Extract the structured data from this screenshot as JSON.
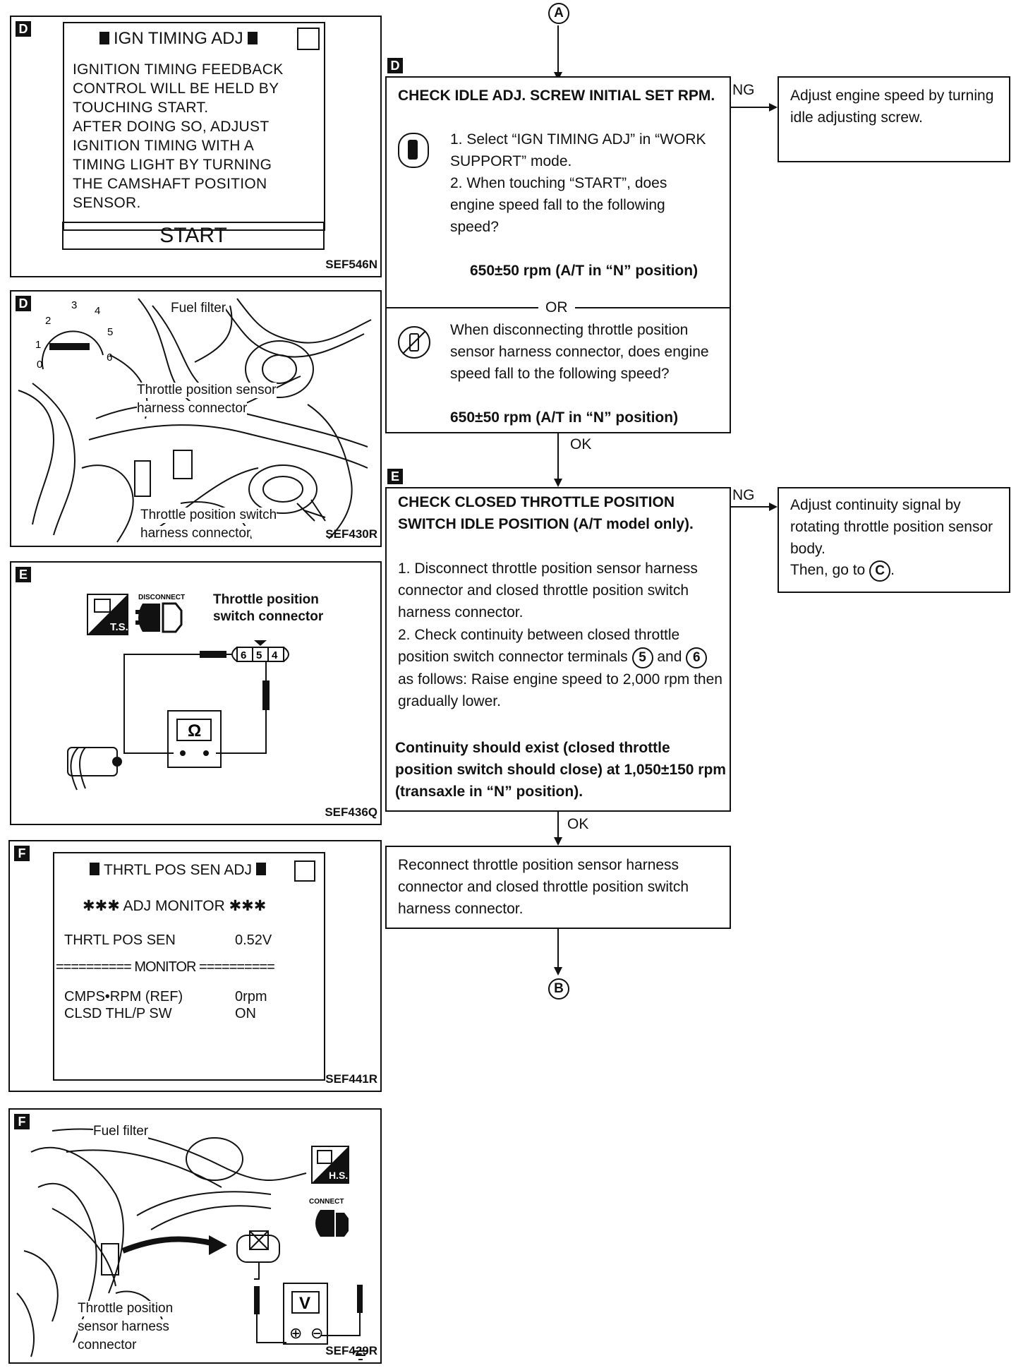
{
  "left": {
    "p1": {
      "tag": "D",
      "title": "IGN TIMING ADJ",
      "lines": [
        "IGNITION TIMING FEEDBACK",
        "CONTROL WILL BE HELD BY",
        "TOUCHING START.",
        "AFTER DOING SO, ADJUST",
        "IGNITION TIMING WITH A",
        "TIMING LIGHT BY TURNING",
        "THE CAMSHAFT POSITION",
        "SENSOR."
      ],
      "button": "START",
      "ref": "SEF546N"
    },
    "p2": {
      "tag": "D",
      "fuel_filter": "Fuel filter",
      "tps1": "Throttle position sensor",
      "tps2": "harness connector",
      "tpsw1": "Throttle position switch",
      "tpsw2": "harness connector",
      "ref": "SEF430R",
      "gauge": [
        "0",
        "1",
        "2",
        "3",
        "4",
        "5",
        "6"
      ]
    },
    "p3": {
      "tag": "E",
      "disconnect": "DISCONNECT",
      "ts": "T.S.",
      "label1": "Throttle position",
      "label2": "switch connector",
      "pins": [
        "6",
        "5",
        "4"
      ],
      "ohm": "Ω",
      "ref": "SEF436Q"
    },
    "p4": {
      "tag": "F",
      "title": "THRTL POS SEN ADJ",
      "monitor": "✱✱✱ ADJ MONITOR ✱✱✱",
      "row1_name": "THRTL POS SEN",
      "row1_val": "0.52V",
      "divider": "========== MONITOR ==========",
      "row2_name": "CMPS•RPM (REF)",
      "row2_val": "0rpm",
      "row3_name": "CLSD THL/P SW",
      "row3_val": "ON",
      "ref": "SEF441R"
    },
    "p5": {
      "tag": "F",
      "fuel_filter": "Fuel filter",
      "hs": "H.S.",
      "connect": "CONNECT",
      "volt": "V",
      "plus": "⊕",
      "minus": "⊖",
      "tps1": "Throttle position",
      "tps2": "sensor harness",
      "tps3": "connector",
      "ref": "SEF429R"
    }
  },
  "flow": {
    "top_ref": "A",
    "bottom_ref": "B",
    "d_tag": "D",
    "d_head": "CHECK IDLE ADJ. SCREW INITIAL SET RPM.",
    "d_step1": "1. Select “IGN TIMING ADJ” in “WORK SUPPORT” mode.",
    "d_step2": "2. When touching “START”, does engine speed fall to the following speed?",
    "d_spec1": "650±50 rpm (A/T in “N” position)",
    "or": "OR",
    "d_alt": "When disconnecting throttle position sensor harness connector, does engine speed fall to the following speed?",
    "d_spec2": "650±50 rpm (A/T in “N” position)",
    "ng1": "NG",
    "ng1_box": "Adjust engine speed by turning idle adjusting screw.",
    "ok1": "OK",
    "e_tag": "E",
    "e_head": "CHECK CLOSED THROTTLE POSITION SWITCH IDLE POSITION (A/T model only).",
    "e_step1": "1. Disconnect throttle position sensor harness connector and closed throttle position switch harness connector.",
    "e_step2a": "2. Check continuity between closed throttle position switch connector terminals",
    "e_t5": "5",
    "e_and": "and",
    "e_t6": "6",
    "e_step2b": "as follows: Raise engine speed to 2,000 rpm then gradually lower.",
    "e_spec": "Continuity should exist (closed throttle position switch should close) at 1,050±150 rpm (transaxle in “N” position).",
    "ng2": "NG",
    "ng2_box": "Adjust continuity signal by rotating throttle position sensor body.",
    "ng2_then": "Then, go to",
    "ng2_ref": "C",
    "ok2": "OK",
    "final_box": "Reconnect throttle position sensor harness connector and closed throttle position switch harness connector."
  }
}
